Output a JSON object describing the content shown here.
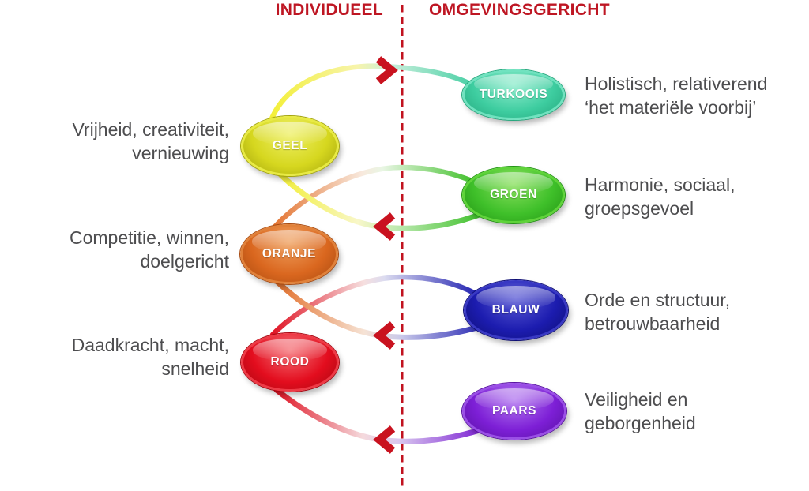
{
  "header": {
    "left": "INDIVIDUEEL",
    "right": "OMGEVINGSGERICHT",
    "accent_color": "#be1623"
  },
  "divider": {
    "style": "dashed-vertical-line",
    "color": "#c1121f"
  },
  "text_color": "#4d4d4f",
  "levels": [
    {
      "id": "turkoois",
      "label": "TURKOOIS",
      "side": "right",
      "color": "#3ecda0",
      "description": "Holistisch, relativerend\n‘het materiële voorbij’"
    },
    {
      "id": "geel",
      "label": "GEEL",
      "side": "left",
      "color": "#d6d71f",
      "description": "Vrijheid, creativiteit,\nvernieuwing"
    },
    {
      "id": "groen",
      "label": "GROEN",
      "side": "right",
      "color": "#3fc02a",
      "description": "Harmonie, sociaal,\ngroepsgevoel"
    },
    {
      "id": "oranje",
      "label": "ORANJE",
      "side": "left",
      "color": "#da671f",
      "description": "Competitie, winnen,\ndoelgericht"
    },
    {
      "id": "blauw",
      "label": "BLAUW",
      "side": "right",
      "color": "#1c1caf",
      "description": "Orde en structuur,\nbetrouwbaarheid"
    },
    {
      "id": "rood",
      "label": "ROOD",
      "side": "left",
      "color": "#e30d1e",
      "description": "Daadkracht, macht,\nsnelheid"
    },
    {
      "id": "paars",
      "label": "PAARS",
      "side": "right",
      "color": "#7d1fd6",
      "description": "Veiligheid en\ngeborgenheid"
    }
  ],
  "flow": {
    "chevron_color": "#c9121f",
    "arcs": [
      {
        "from": "geel",
        "to": "turkoois",
        "chevron": "right"
      },
      {
        "from": "oranje",
        "to": "groen",
        "chevron": "none"
      },
      {
        "from": "groen",
        "to": "geel",
        "chevron": "left"
      },
      {
        "from": "rood",
        "to": "blauw",
        "chevron": "none"
      },
      {
        "from": "blauw",
        "to": "oranje",
        "chevron": "left"
      },
      {
        "from": "paars",
        "to": "rood",
        "chevron": "left"
      }
    ]
  }
}
